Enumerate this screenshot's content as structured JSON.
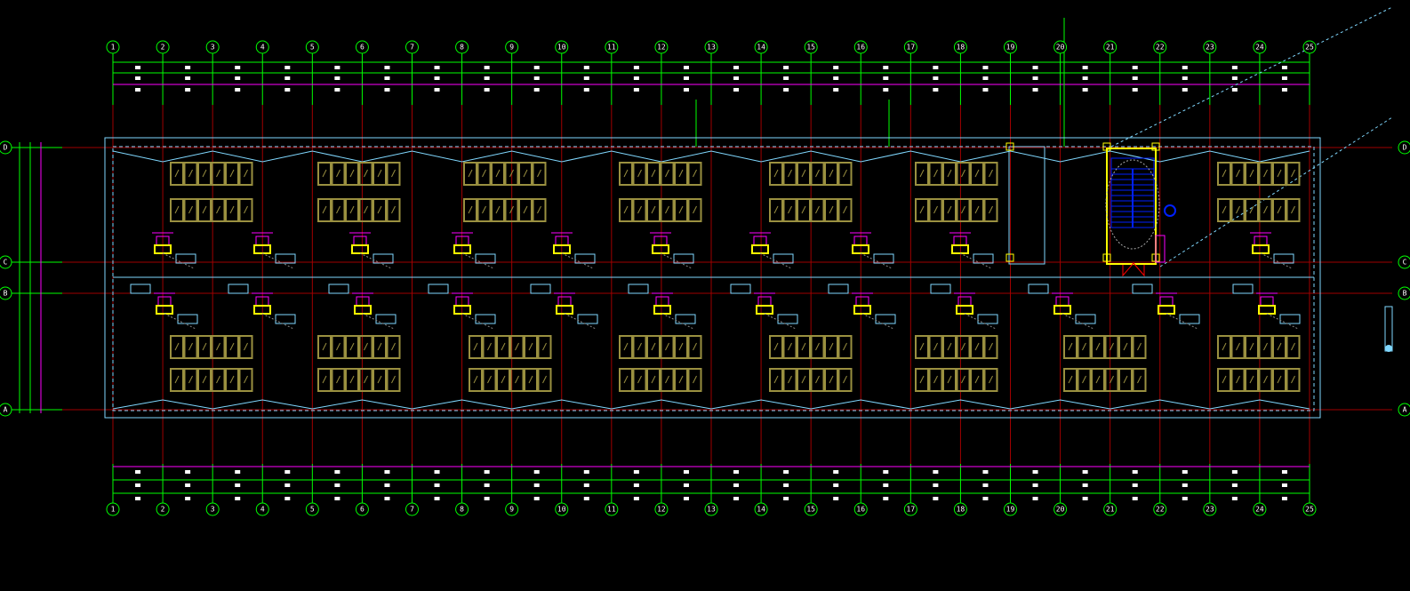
{
  "drawing": {
    "type": "floor-plan",
    "column_axes": [
      "1",
      "2",
      "3",
      "4",
      "5",
      "6",
      "7",
      "8",
      "9",
      "10",
      "11",
      "12",
      "13",
      "14",
      "15",
      "16",
      "17",
      "18",
      "19",
      "20",
      "21",
      "22",
      "23",
      "24",
      "25"
    ],
    "row_axes": [
      "D",
      "C",
      "B",
      "A"
    ],
    "colors": {
      "background": "#000000",
      "axis_line": "#a00000",
      "dimension": "#00ff00",
      "wall": "#80d8ff",
      "furniture": "#9a9040",
      "fixture": "#ff00ff",
      "column": "#ffff00",
      "stair": "#0020ff",
      "door": "#ff0000"
    }
  }
}
